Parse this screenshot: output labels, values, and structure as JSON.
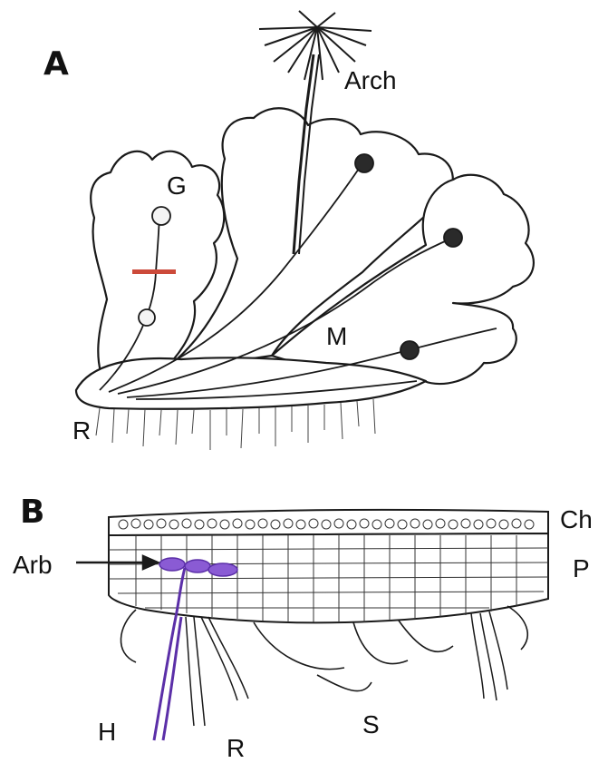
{
  "panel_a": {
    "panel_label": "A",
    "labels": {
      "arch": "Arch",
      "g": "G",
      "m": "M",
      "r": "R"
    },
    "colors": {
      "scale_bar": "#cc4a3a",
      "ink": "#1a1a1a"
    }
  },
  "panel_b": {
    "panel_label": "B",
    "labels": {
      "ch": "Ch",
      "p": "P",
      "arb": "Arb",
      "h": "H",
      "r": "R",
      "s": "S"
    },
    "colors": {
      "fungus": "#5b2fa8",
      "ink": "#1a1a1a"
    }
  }
}
